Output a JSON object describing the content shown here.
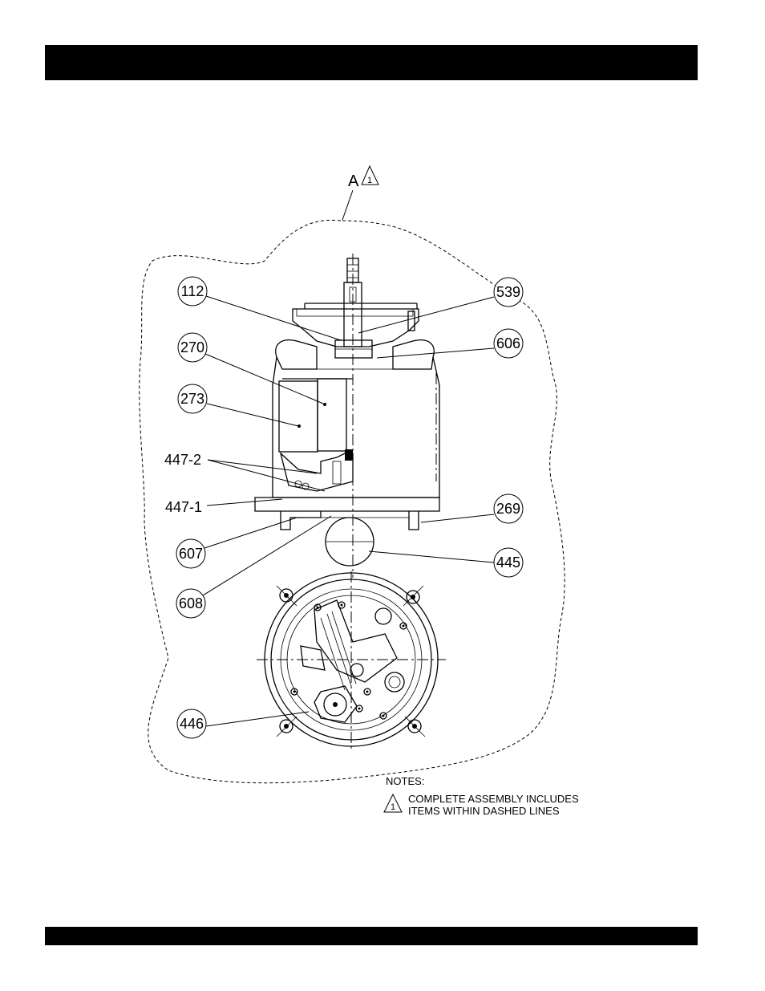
{
  "assembly": {
    "label": "A",
    "note_ref": "1"
  },
  "callouts": {
    "c112": "112",
    "c270": "270",
    "c273": "273",
    "c447_2": "447-2",
    "c447_1": "447-1",
    "c607": "607",
    "c608": "608",
    "c446": "446",
    "c539": "539",
    "c606": "606",
    "c269": "269",
    "c445": "445"
  },
  "notes": {
    "heading": "NOTES:",
    "note_number": "1",
    "line1": "COMPLETE ASSEMBLY INCLUDES",
    "line2": "ITEMS WITHIN DASHED LINES"
  }
}
